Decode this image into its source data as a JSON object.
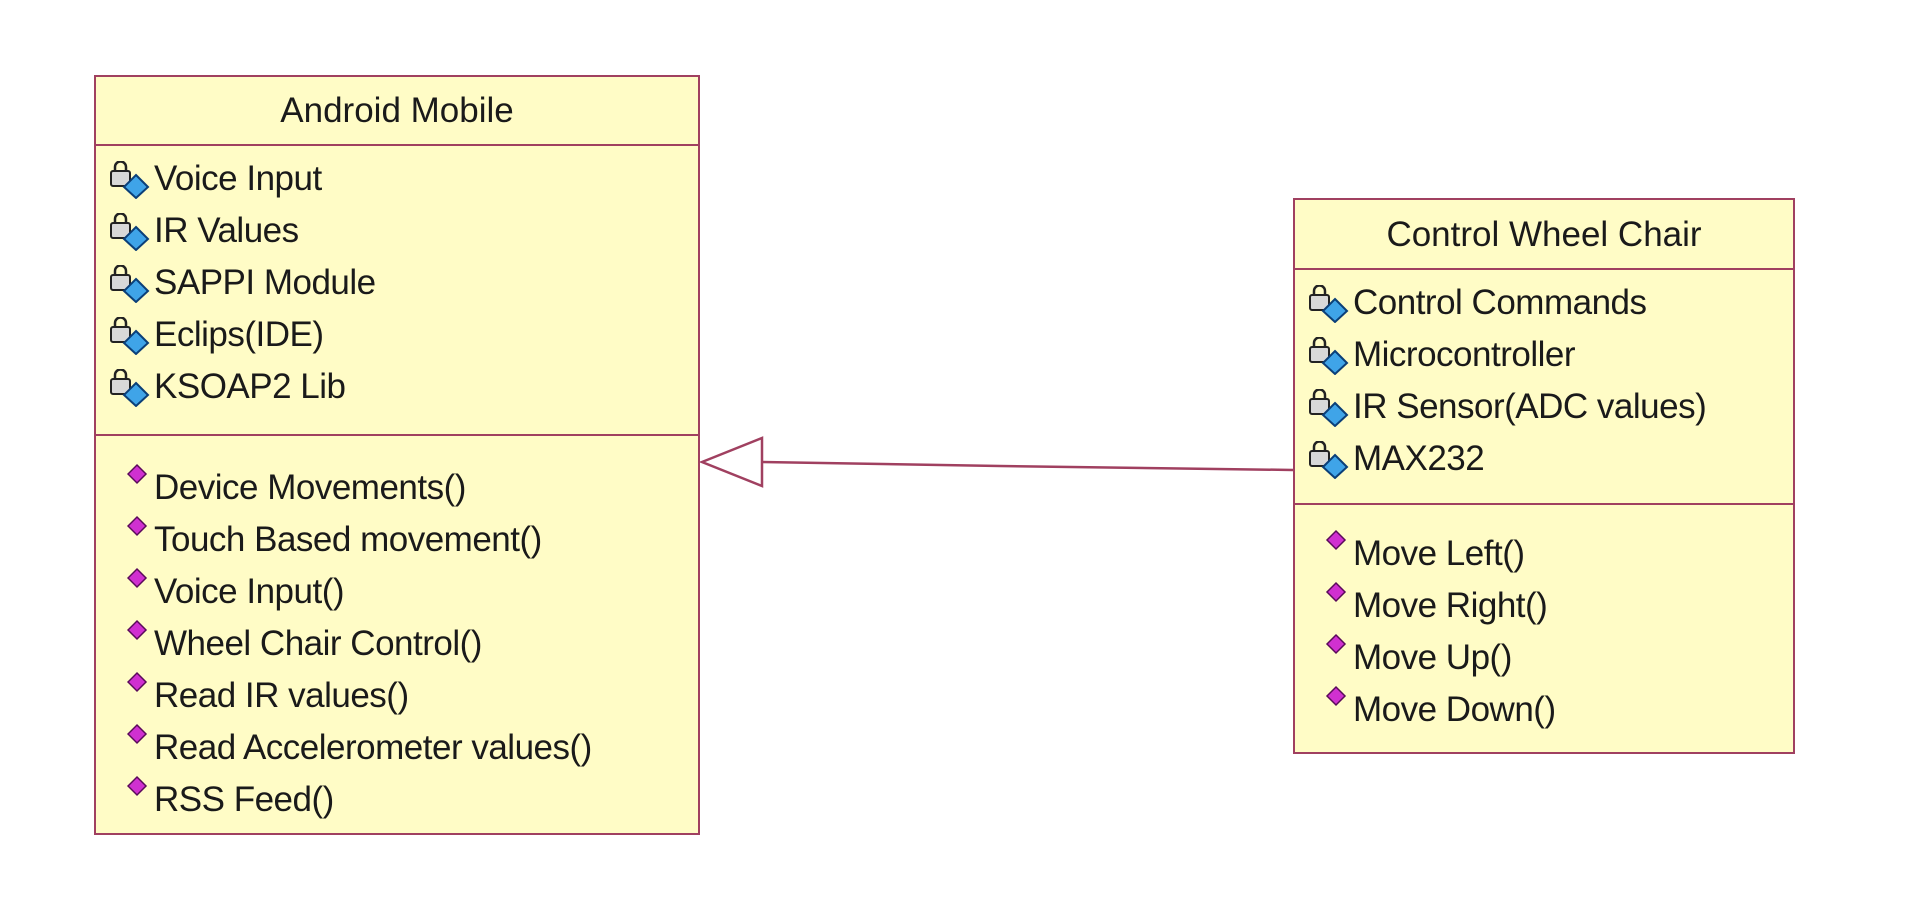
{
  "classes": {
    "android": {
      "name": "Android Mobile",
      "attributes": [
        "Voice Input",
        "IR Values",
        "SAPPI Module",
        "Eclips(IDE)",
        "KSOAP2 Lib"
      ],
      "operations": [
        "Device Movements()",
        "Touch Based movement()",
        "Voice Input()",
        "Wheel Chair Control()",
        "Read IR values()",
        "Read Accelerometer values()",
        "RSS Feed()"
      ]
    },
    "wheelchair": {
      "name": "Control Wheel Chair",
      "attributes": [
        "Control Commands",
        "Microcontroller",
        "IR Sensor(ADC values)",
        "MAX232"
      ],
      "operations": [
        "Move Left()",
        "Move Right()",
        "Move Up()",
        "Move Down()"
      ]
    }
  },
  "relationship": {
    "type": "generalization",
    "from": "Control Wheel Chair",
    "to": "Android Mobile"
  },
  "colors": {
    "class_fill": "#fffcc6",
    "border": "#a04060",
    "attribute_icon": "#1e90d8",
    "operation_icon": "#c020c0"
  },
  "icons": {
    "attribute": "locked-attribute-icon",
    "operation": "operation-diamond-icon"
  }
}
